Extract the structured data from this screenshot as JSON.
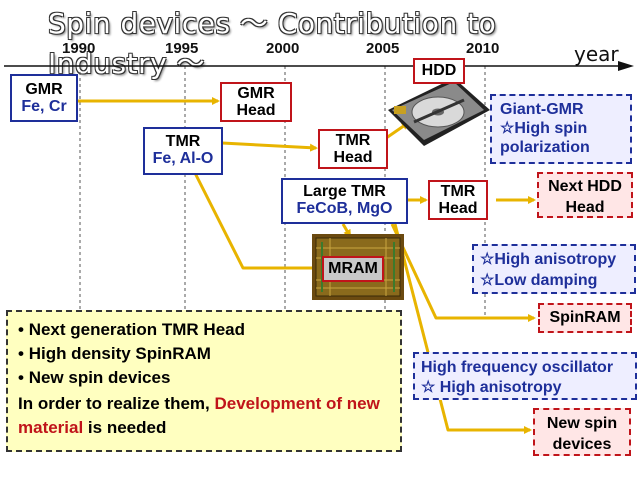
{
  "title": "Spin devices ～ Contribution to Industry ～",
  "timeline": {
    "years": [
      "1990",
      "1995",
      "2000",
      "2005",
      "2010"
    ],
    "unit": "year"
  },
  "boxes": {
    "gmr": {
      "line1": "GMR",
      "line2": "Fe, Cr"
    },
    "gmr_head": {
      "line1": "GMR",
      "line2": "Head"
    },
    "tmr": {
      "line1": "TMR",
      "line2": "Fe, Al-O"
    },
    "tmr_head_1": {
      "line1": "TMR",
      "line2": "Head"
    },
    "hdd": "HDD",
    "large_tmr": {
      "line1": "Large TMR",
      "line2": "FeCoB, MgO"
    },
    "tmr_head_2": {
      "line1": "TMR",
      "line2": "Head"
    },
    "mram": "MRAM",
    "giant_gmr": {
      "line1": "Giant-GMR",
      "line2": "☆High spin",
      "line3": "polarization"
    },
    "next_hdd_head": {
      "line1": "Next HDD",
      "line2": "Head"
    },
    "anisotropy": {
      "line1": "☆High anisotropy",
      "line2": "☆Low damping"
    },
    "spinram": "SpinRAM",
    "oscillator": {
      "line1": "High frequency oscillator",
      "line2": "☆ High anisotropy"
    },
    "new_spin_devices": {
      "line1": "New spin",
      "line2": "devices"
    }
  },
  "note": {
    "bullets": [
      "Next generation TMR Head",
      "High density SpinRAM",
      "New spin devices"
    ],
    "text_part1": "In order to realize them, ",
    "text_highlight": "Development of new material",
    "text_part2": " is needed"
  },
  "colors": {
    "arrow": "#e8b400",
    "blue": "#1e2f9a",
    "red": "#c0141a",
    "note_bg": "#ffffc0"
  }
}
